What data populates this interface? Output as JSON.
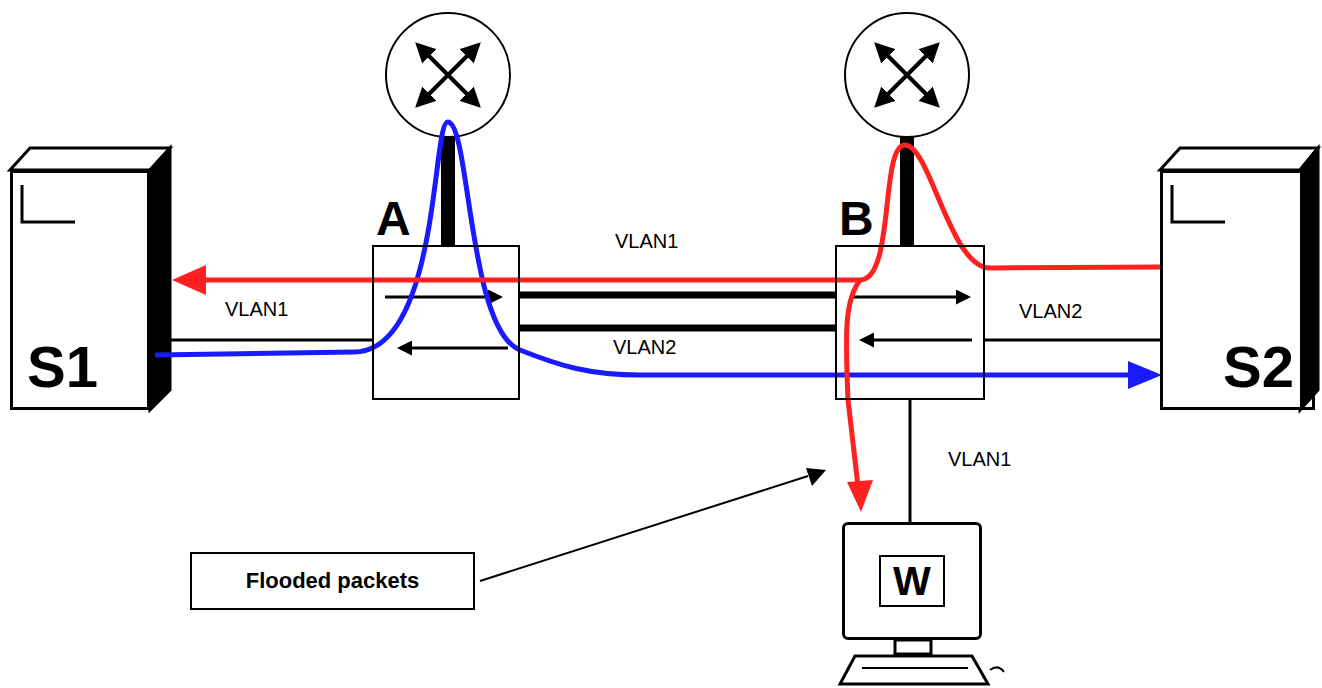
{
  "diagram": {
    "nodes": [
      {
        "text": [
          "S1"
        ]
      },
      {
        "text": [
          "A"
        ]
      },
      {
        "text": [
          "B"
        ]
      },
      {
        "text": [
          "S2"
        ]
      },
      {
        "text": [
          "W"
        ]
      },
      {
        "text": [
          "Flooded packets"
        ]
      }
    ],
    "edges": [
      {
        "from": 0,
        "to": 1,
        "arrow": "none",
        "label": "VLAN1"
      },
      {
        "from": 1,
        "to": 2,
        "arrow": "none",
        "label": "VLAN1"
      },
      {
        "from": 1,
        "to": 2,
        "arrow": "none",
        "label": "VLAN2"
      },
      {
        "from": 2,
        "to": 3,
        "arrow": "none",
        "label": "VLAN2"
      },
      {
        "from": 2,
        "to": 4,
        "arrow": "none",
        "label": "VLAN1"
      }
    ]
  }
}
